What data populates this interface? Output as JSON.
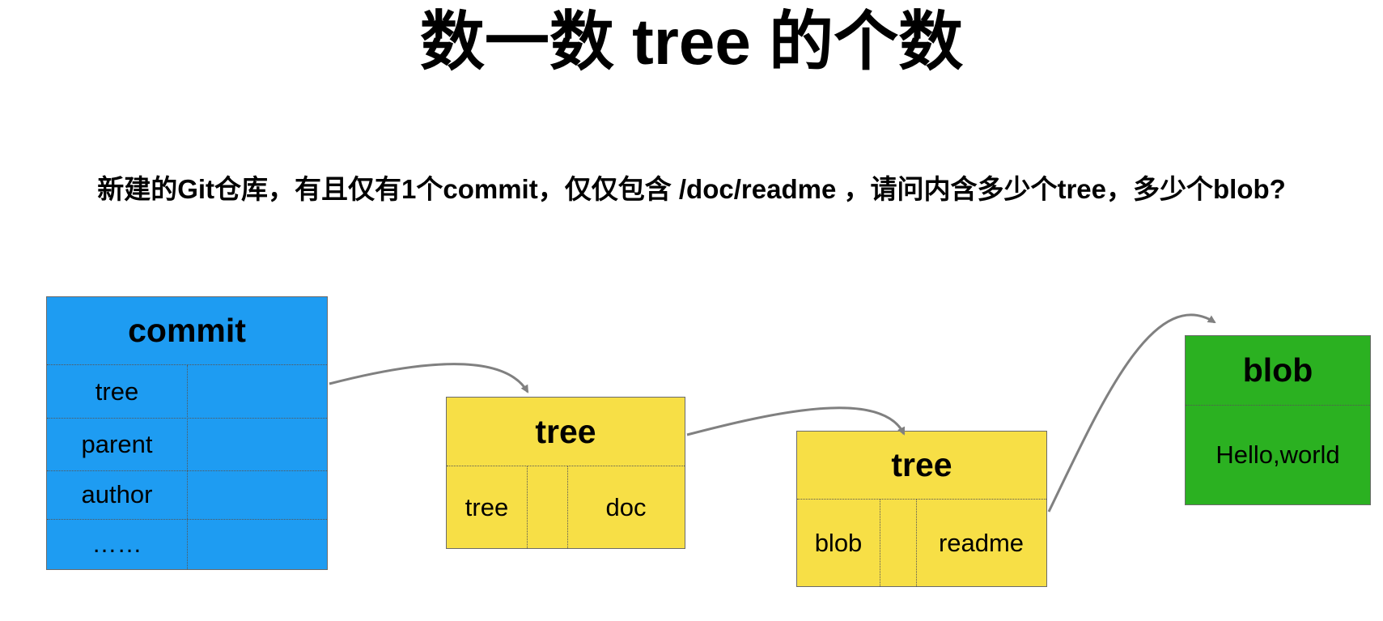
{
  "title": "数一数 tree 的个数",
  "question": "新建的Git仓库，有且仅有1个commit，仅仅包含 /doc/readme ，请问内含多少个tree，多少个blob?",
  "commit_box": {
    "header": "commit",
    "rows": [
      "tree",
      "parent",
      "author",
      "……"
    ]
  },
  "tree_box_1": {
    "header": "tree",
    "entry_type": "tree",
    "entry_name": "doc"
  },
  "tree_box_2": {
    "header": "tree",
    "entry_type": "blob",
    "entry_name": "readme"
  },
  "blob_box": {
    "header": "blob",
    "content": "Hello,world"
  },
  "colors": {
    "commit": "#1e9cf2",
    "tree": "#f7df46",
    "blob": "#2bb121",
    "arrow": "#808080"
  }
}
